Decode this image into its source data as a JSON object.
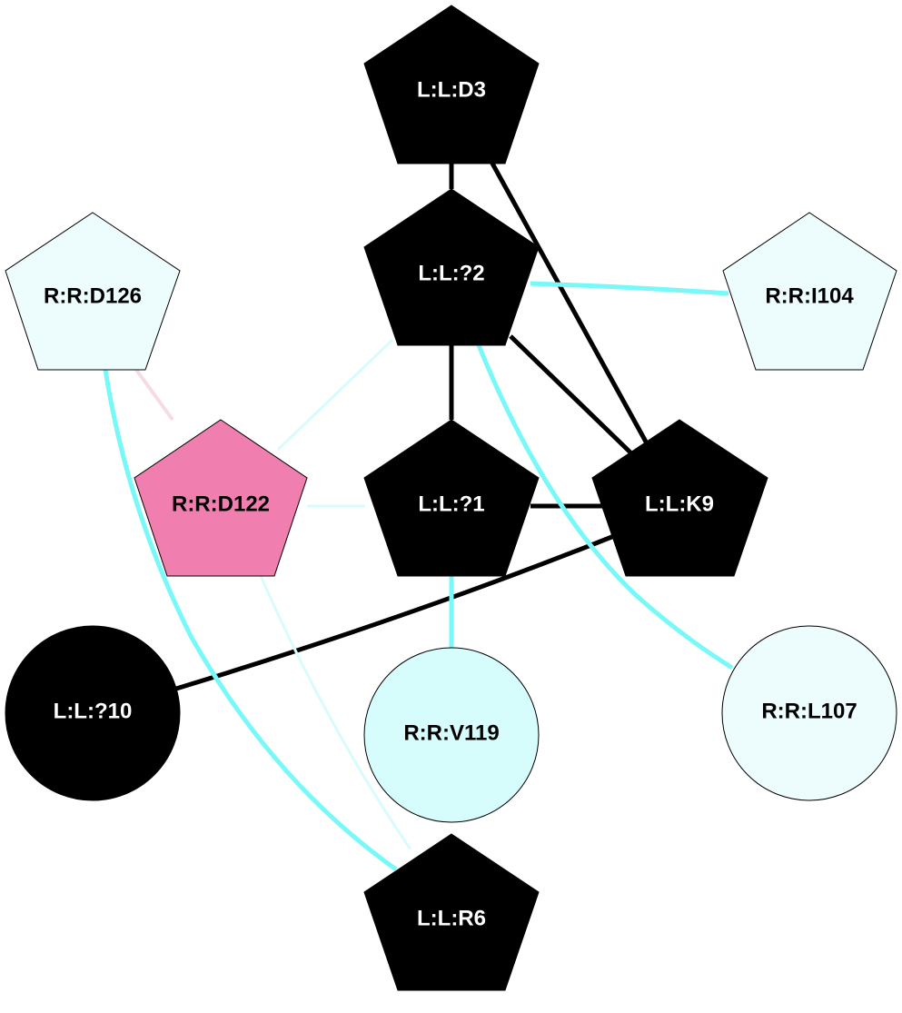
{
  "colors": {
    "ligand_fill": "#000000",
    "ligand_text": "#ffffff",
    "receptor_fill_light": "#edfcfc",
    "receptor_fill_v119": "#d6fcfc",
    "receptor_fill_pink": "#f07fb0",
    "receptor_text": "#000000",
    "edge_black": "#000000",
    "edge_cyan": "#78f8f8",
    "edge_cyan_faint": "#d8fcfc",
    "edge_pink_faint": "#f6dbe4"
  },
  "nodes": {
    "d3": {
      "label": "L:L:D3",
      "shape": "pentagon",
      "group": "ligand"
    },
    "q2": {
      "label": "L:L:?2",
      "shape": "pentagon",
      "group": "ligand"
    },
    "q1": {
      "label": "L:L:?1",
      "shape": "pentagon",
      "group": "ligand"
    },
    "k9": {
      "label": "L:L:K9",
      "shape": "pentagon",
      "group": "ligand"
    },
    "r6": {
      "label": "L:L:R6",
      "shape": "pentagon",
      "group": "ligand"
    },
    "q10": {
      "label": "L:L:?10",
      "shape": "circle",
      "group": "ligand"
    },
    "d126": {
      "label": "R:R:D126",
      "shape": "pentagon",
      "group": "receptor"
    },
    "i104": {
      "label": "R:R:I104",
      "shape": "pentagon",
      "group": "receptor"
    },
    "d122": {
      "label": "R:R:D122",
      "shape": "pentagon",
      "group": "receptor"
    },
    "v119": {
      "label": "R:R:V119",
      "shape": "circle",
      "group": "receptor"
    },
    "l107": {
      "label": "R:R:L107",
      "shape": "circle",
      "group": "receptor"
    }
  },
  "edges": [
    {
      "from": "d3",
      "to": "q2",
      "type": "black"
    },
    {
      "from": "d3",
      "to": "k9",
      "type": "black"
    },
    {
      "from": "q2",
      "to": "q1",
      "type": "black"
    },
    {
      "from": "q2",
      "to": "k9",
      "type": "black"
    },
    {
      "from": "q1",
      "to": "k9",
      "type": "black"
    },
    {
      "from": "k9",
      "to": "q10",
      "type": "black"
    },
    {
      "from": "q2",
      "to": "i104",
      "type": "cyan"
    },
    {
      "from": "q2",
      "to": "l107",
      "type": "cyan"
    },
    {
      "from": "q1",
      "to": "v119",
      "type": "cyan"
    },
    {
      "from": "d126",
      "to": "r6",
      "type": "cyan"
    },
    {
      "from": "d126",
      "to": "d122",
      "type": "pink_faint"
    },
    {
      "from": "d122",
      "to": "q2",
      "type": "cyan_faint"
    },
    {
      "from": "d122",
      "to": "q1",
      "type": "cyan_faint"
    },
    {
      "from": "d122",
      "to": "r6",
      "type": "cyan_faint"
    }
  ]
}
